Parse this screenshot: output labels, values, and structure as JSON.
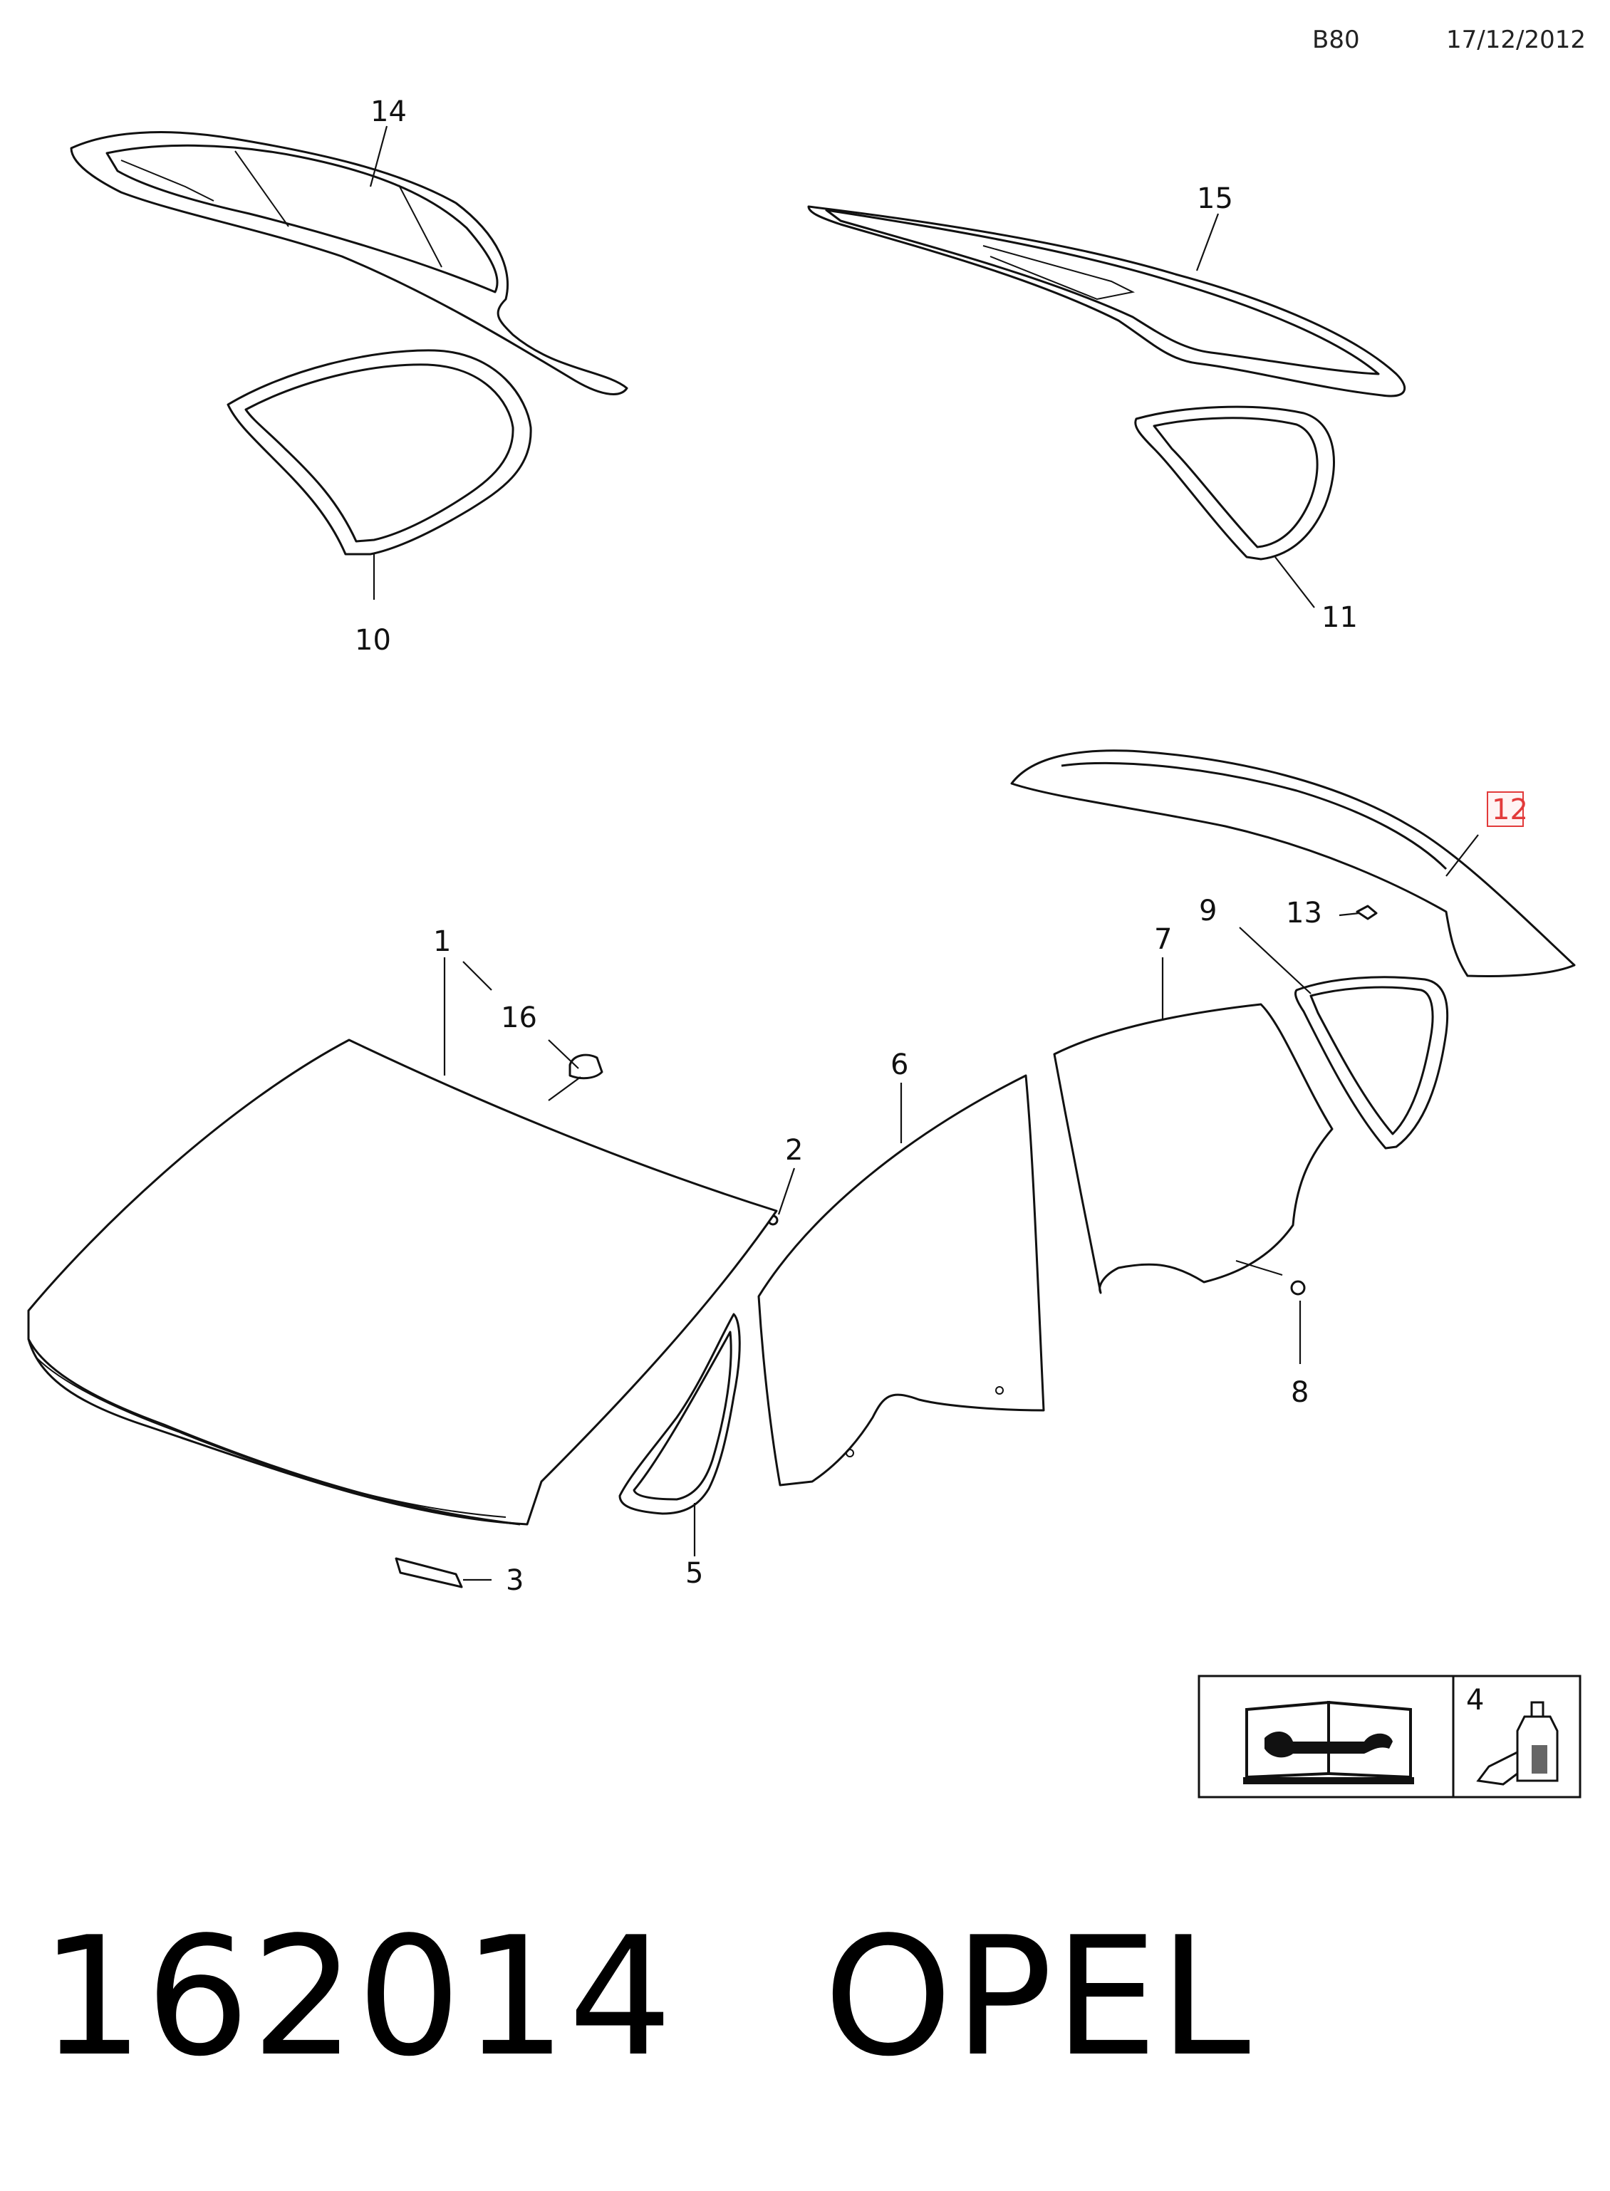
{
  "header": {
    "code": "B80",
    "date": "17/12/2012"
  },
  "callouts": {
    "c1": "1",
    "c2": "2",
    "c3": "3",
    "c4": "4",
    "c5": "5",
    "c6": "6",
    "c7": "7",
    "c8": "8",
    "c9": "9",
    "c10": "10",
    "c11": "11",
    "c12": "12",
    "c13": "13",
    "c14": "14",
    "c15": "15",
    "c16": "16"
  },
  "highlight_color": "#e23a3a",
  "legend": {
    "manual_icon": "repair-manual-icon",
    "adhesive_icon": "adhesive-bottle-icon"
  },
  "footer": {
    "number": "162014",
    "brand": "OPEL"
  }
}
